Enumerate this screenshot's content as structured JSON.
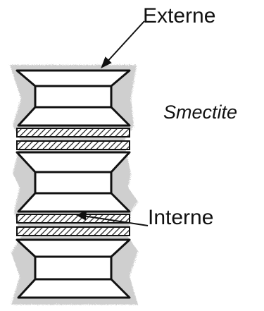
{
  "labels": {
    "externe": "Externe",
    "smectite": "Smectite",
    "interne": "Interne"
  },
  "colors": {
    "ink": "#111111",
    "halo": "#c8c8c8",
    "hatch": "#1a1a1a"
  }
}
